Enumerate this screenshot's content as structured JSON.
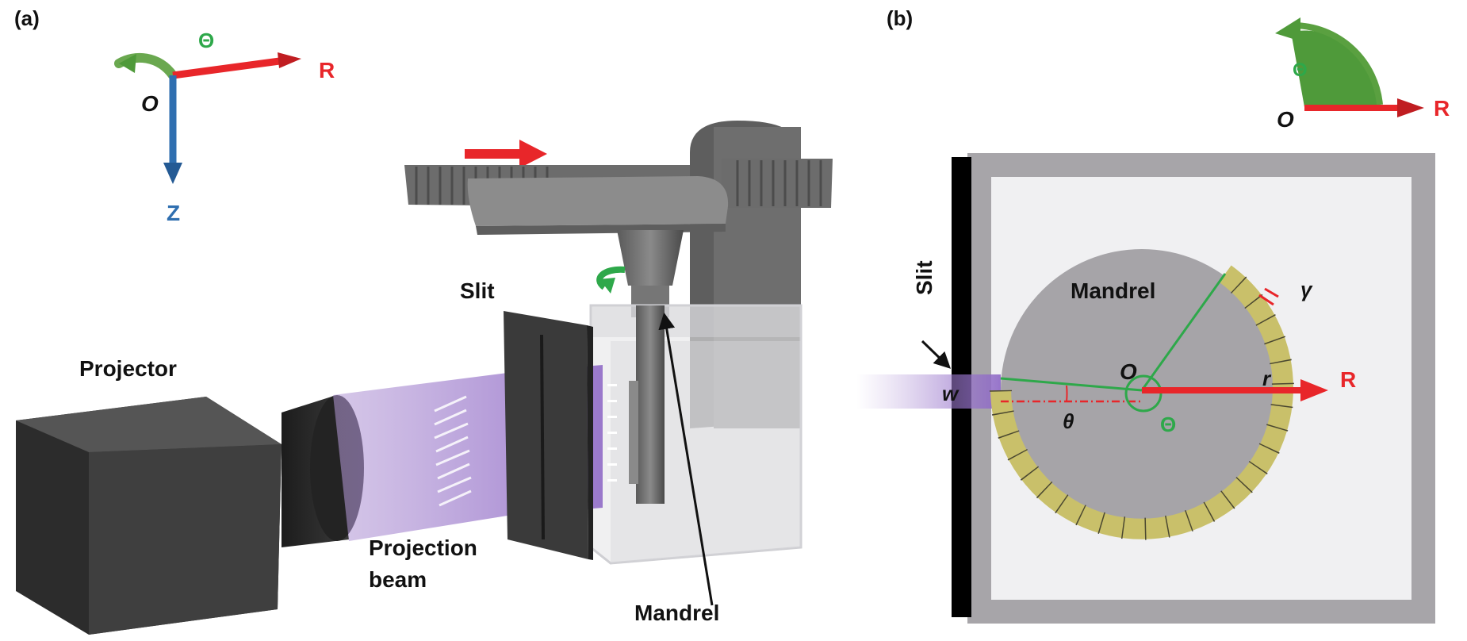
{
  "panel_a": {
    "panel_label": "(a)",
    "axes": {
      "theta": "Θ",
      "r": "R",
      "origin": "O",
      "z": "Z"
    },
    "labels": {
      "slit": "Slit",
      "projector": "Projector",
      "beam_line1": "Projection",
      "beam_line2": "beam",
      "mandrel": "Mandrel"
    }
  },
  "panel_b": {
    "panel_label": "(b)",
    "axes": {
      "theta": "Θ",
      "r": "R",
      "origin": "O"
    },
    "labels": {
      "slit": "Slit",
      "mandrel": "Mandrel",
      "gamma": "γ",
      "origin": "O",
      "r": "R",
      "r_small": "r",
      "w": "w",
      "theta_small": "θ",
      "theta_big": "Θ"
    }
  },
  "colors": {
    "red": "#e8262a",
    "green": "#2ea84a",
    "blue": "#2f6fb0",
    "purple": "#a98bd0",
    "olive": "#c9c06a",
    "dark": "#3a3a3a"
  }
}
